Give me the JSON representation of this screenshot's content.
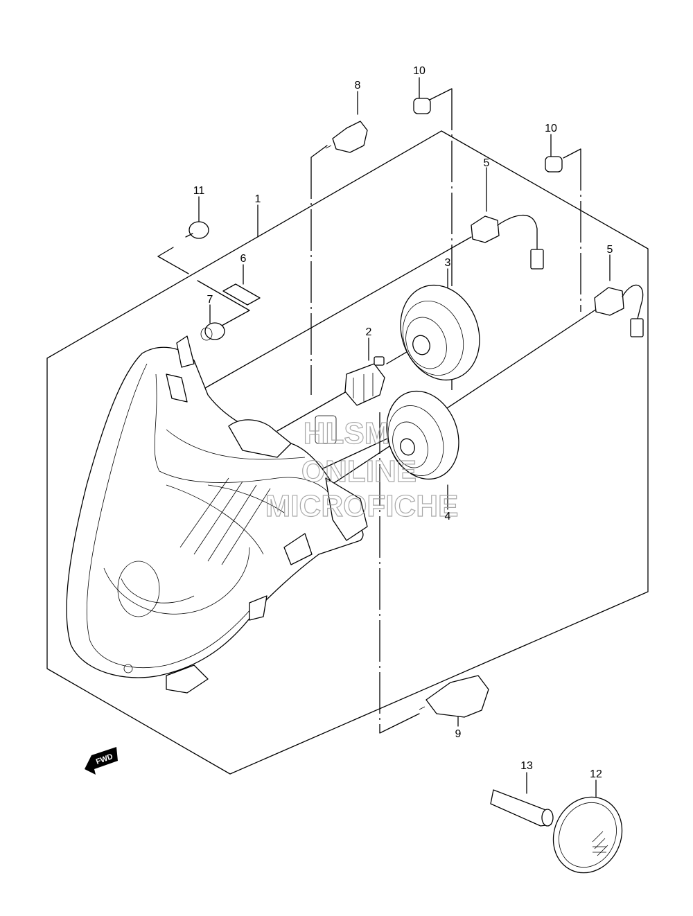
{
  "callouts": [
    {
      "id": "c1",
      "text": "1"
    },
    {
      "id": "c2",
      "text": "2"
    },
    {
      "id": "c3",
      "text": "3"
    },
    {
      "id": "c4",
      "text": "4"
    },
    {
      "id": "c5a",
      "text": "5"
    },
    {
      "id": "c5b",
      "text": "5"
    },
    {
      "id": "c6",
      "text": "6"
    },
    {
      "id": "c7",
      "text": "7"
    },
    {
      "id": "c8",
      "text": "8"
    },
    {
      "id": "c9",
      "text": "9"
    },
    {
      "id": "c10a",
      "text": "10"
    },
    {
      "id": "c10b",
      "text": "10"
    },
    {
      "id": "c11",
      "text": "11"
    },
    {
      "id": "c12",
      "text": "12"
    },
    {
      "id": "c13",
      "text": "13"
    }
  ],
  "fwd_label": "FWD",
  "watermark": [
    "HLSM",
    "ONLINE",
    "MICROFICHE"
  ],
  "colors": {
    "line": "#000000",
    "watermark": "#9a9a9a"
  }
}
